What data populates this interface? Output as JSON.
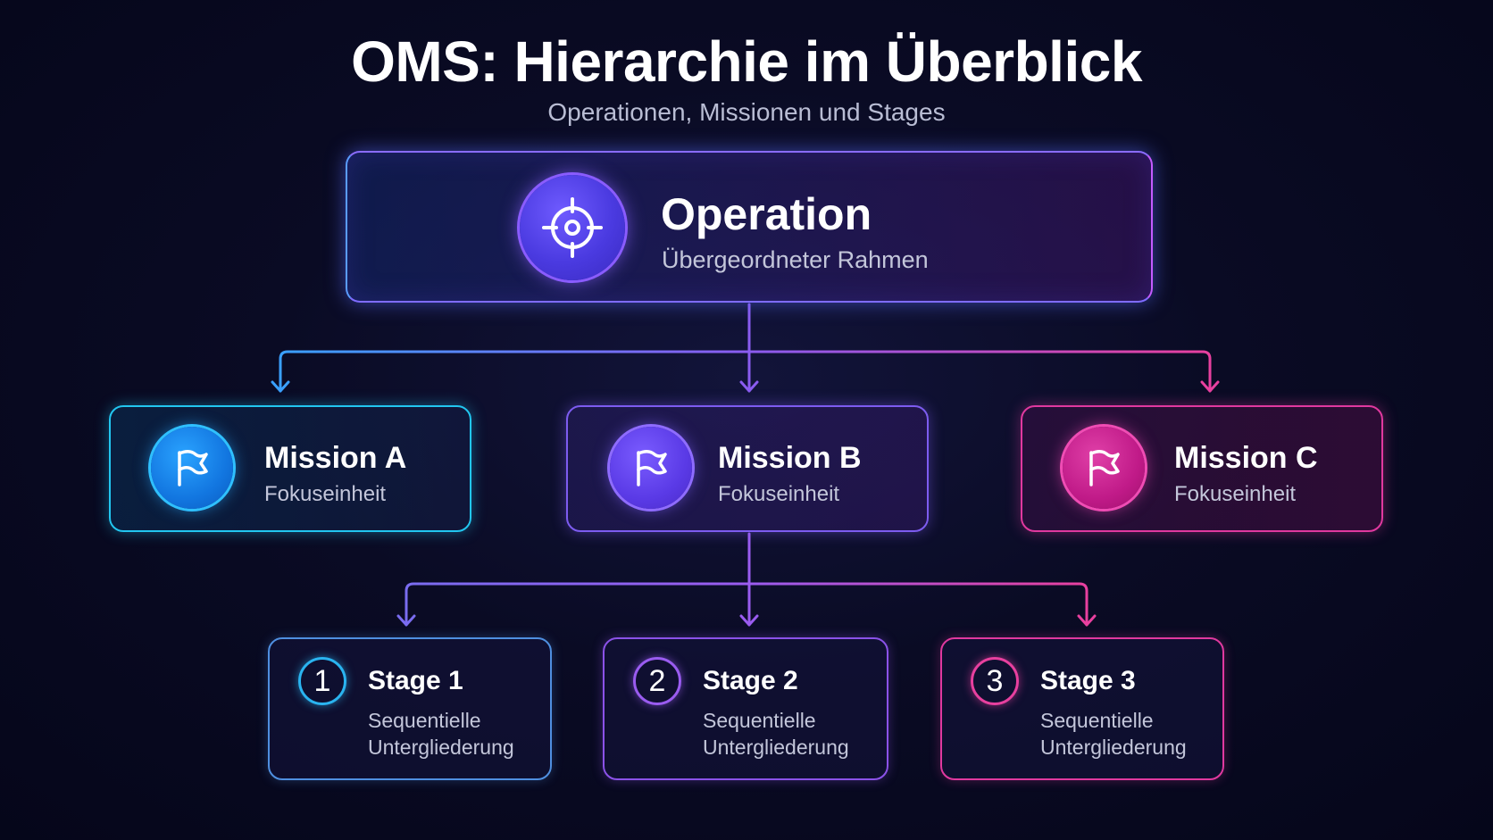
{
  "header": {
    "title": "OMS: Hierarchie im Überblick",
    "subtitle": "Operationen, Missionen und Stages"
  },
  "operation": {
    "title": "Operation",
    "subtitle": "Übergeordneter Rahmen",
    "icon": "crosshair-icon"
  },
  "missions": [
    {
      "title": "Mission A",
      "subtitle": "Fokuseinheit",
      "icon": "flag-icon",
      "color": "#22c6f0"
    },
    {
      "title": "Mission B",
      "subtitle": "Fokuseinheit",
      "icon": "flag-icon",
      "color": "#7d5cf0"
    },
    {
      "title": "Mission C",
      "subtitle": "Fokuseinheit",
      "icon": "flag-icon",
      "color": "#e0399f"
    }
  ],
  "stages": [
    {
      "number": "1",
      "title": "Stage 1",
      "subtitle": "Sequentielle Untergliederung",
      "color": "#2ab4f0"
    },
    {
      "number": "2",
      "title": "Stage 2",
      "subtitle": "Sequentielle Untergliederung",
      "color": "#9a5cf0"
    },
    {
      "number": "3",
      "title": "Stage 3",
      "subtitle": "Sequentielle Untergliederung",
      "color": "#e8409f"
    }
  ]
}
